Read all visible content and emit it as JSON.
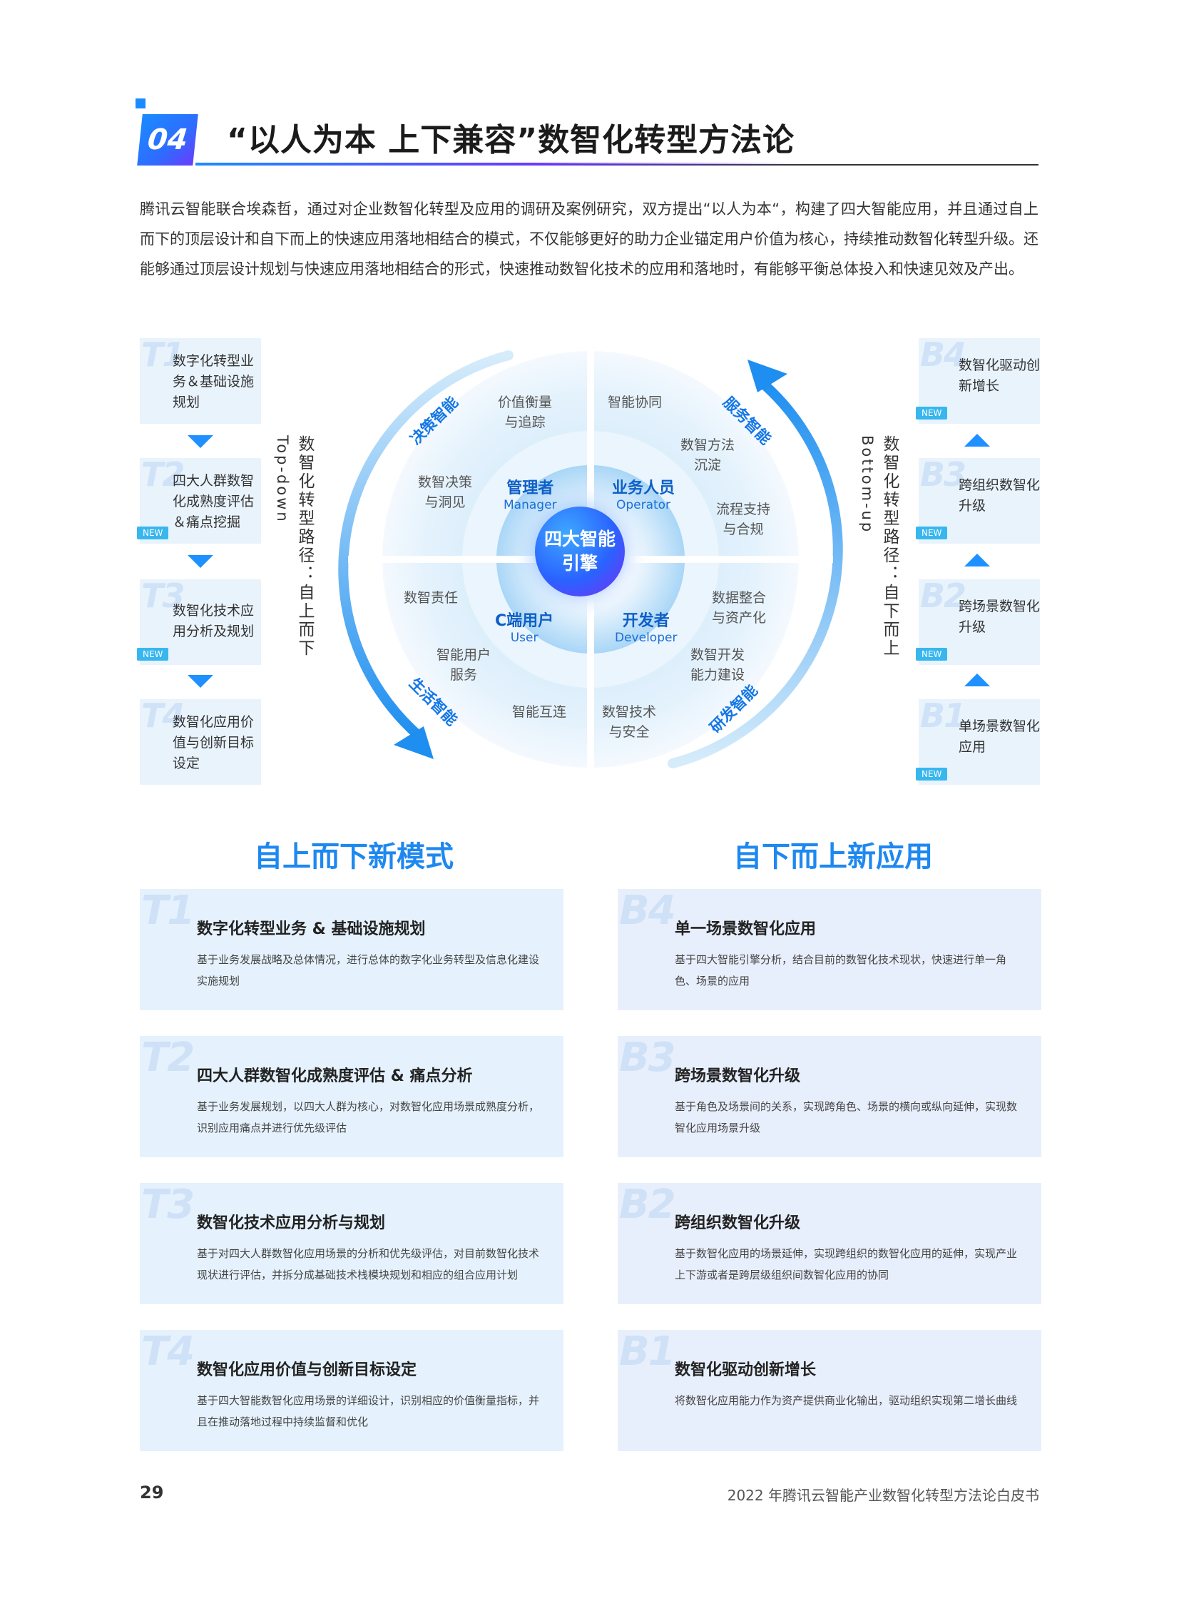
{
  "header": {
    "section_number": "04",
    "title": "“以人为本 上下兼容”数智化转型方法论"
  },
  "intro": "腾讯云智能联合埃森哲，通过对企业数智化转型及应用的调研及案例研究，双方提出“以人为本“，构建了四大智能应用，并且通过自上而下的顶层设计和自下而上的快速应用落地相结合的模式，不仅能够更好的助力企业锚定用户价值为核心，持续推动数智化转型升级。还能够通过顶层设计规划与快速应用落地相结合的形式，快速推动数智化技术的应用和落地时，有能够平衡总体投入和快速见效及产出。",
  "new_tag": "NEW",
  "left_path": {
    "label_cn": "数智化转型路径：自上而下",
    "label_en": "Top-down",
    "steps": [
      {
        "code": "T1",
        "text": "数字化转型业务＆基础设施规划",
        "new": false
      },
      {
        "code": "T2",
        "text": "四大人群数智化成熟度评估＆痛点挖掘",
        "new": true
      },
      {
        "code": "T3",
        "text": "数智化技术应用分析及规划",
        "new": true
      },
      {
        "code": "T4",
        "text": "数智化应用价值与创新目标设定",
        "new": false
      }
    ]
  },
  "right_path": {
    "label_cn": "数智化转型路径：自下而上",
    "label_en": "Bottom-up",
    "steps": [
      {
        "code": "B4",
        "text": "数智化驱动创新增长",
        "new": true
      },
      {
        "code": "B3",
        "text": "跨组织数智化升级",
        "new": true
      },
      {
        "code": "B2",
        "text": "跨场景数智化升级",
        "new": true
      },
      {
        "code": "B1",
        "text": "单场景数智化应用",
        "new": true
      }
    ]
  },
  "wheel": {
    "core_line1": "四大智能",
    "core_line2": "引擎",
    "ring_labels": [
      "决策智能",
      "服务智能",
      "生活智能",
      "研发智能"
    ],
    "roles": [
      {
        "cn": "管理者",
        "en": "Manager"
      },
      {
        "cn": "业务人员",
        "en": "Operator"
      },
      {
        "cn": "C端用户",
        "en": "User"
      },
      {
        "cn": "开发者",
        "en": "Developer"
      }
    ],
    "items": {
      "tl1": [
        "价值衡量",
        "与追踪"
      ],
      "tl2": [
        "数智决策",
        "与洞见"
      ],
      "tr1": [
        "智能协同"
      ],
      "tr2": [
        "数智方法",
        "沉淀"
      ],
      "tr3": [
        "流程支持",
        "与合规"
      ],
      "bl1": [
        "数智责任"
      ],
      "bl2": [
        "智能用户",
        "服务"
      ],
      "bl3": [
        "智能互连"
      ],
      "br1": [
        "数据整合",
        "与资产化"
      ],
      "br2": [
        "数智开发",
        "能力建设"
      ],
      "br3": [
        "数智技术",
        "与安全"
      ]
    }
  },
  "modes": {
    "left_heading": "自上而下新模式",
    "right_heading": "自下而上新应用"
  },
  "cards_left": [
    {
      "code": "T1",
      "title": "数字化转型业务 & 基础设施规划",
      "desc": "基于业务发展战略及总体情况，进行总体的数字化业务转型及信息化建设实施规划"
    },
    {
      "code": "T2",
      "title": "四大人群数智化成熟度评估 & 痛点分析",
      "desc": "基于业务发展规划，以四大人群为核心，对数智化应用场景成熟度分析，识别应用痛点并进行优先级评估"
    },
    {
      "code": "T3",
      "title": "数智化技术应用分析与规划",
      "desc": "基于对四大人群数智化应用场景的分析和优先级评估，对目前数智化技术现状进行评估，并拆分成基础技术栈模块规划和相应的组合应用计划"
    },
    {
      "code": "T4",
      "title": "数智化应用价值与创新目标设定",
      "desc": "基于四大智能数智化应用场景的详细设计，识别相应的价值衡量指标，并且在推动落地过程中持续监督和优化"
    }
  ],
  "cards_right": [
    {
      "code": "B4",
      "title": "单一场景数智化应用",
      "desc": "基于四大智能引擎分析，结合目前的数智化技术现状，快速进行单一角色、场景的应用"
    },
    {
      "code": "B3",
      "title": "跨场景数智化升级",
      "desc": "基于角色及场景间的关系，实现跨角色、场景的横向或纵向延伸，实现数智化应用场景升级"
    },
    {
      "code": "B2",
      "title": "跨组织数智化升级",
      "desc": "基于数智化应用的场景延伸，实现跨组织的数智化应用的延伸，实现产业上下游或者是跨层级组织间数智化应用的协同"
    },
    {
      "code": "B1",
      "title": "数智化驱动创新增长",
      "desc": "将数智化应用能力作为资产提供商业化输出，驱动组织实现第二增长曲线"
    }
  ],
  "footer": {
    "page_number": "29",
    "doc_title": "2022 年腾讯云智能产业数智化转型方法论白皮书"
  },
  "colors": {
    "accent_blue": "#1e88f0",
    "accent_purple": "#6a3bff",
    "card_bg": "#e5f2fd",
    "new_tag": "#38b6ee"
  }
}
